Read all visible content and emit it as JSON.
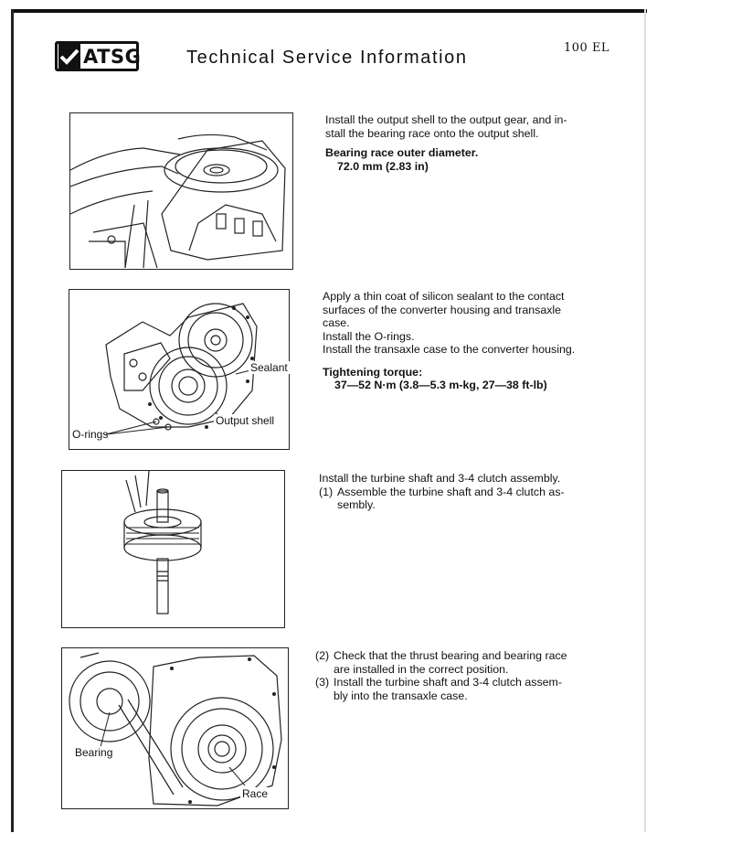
{
  "header": {
    "logo_text": "ATSG",
    "title": "Technical Service Information",
    "page_id": "100 EL"
  },
  "sections": [
    {
      "paragraphs": [
        "Install the output shell to the output gear, and in-",
        "stall the bearing race onto the output shell."
      ],
      "spec_heading": "Bearing race outer diameter.",
      "spec_value": "72.0 mm (2.83 in)"
    },
    {
      "paragraphs": [
        "Apply a thin coat of silicon sealant to the contact",
        "surfaces of the converter housing and transaxle",
        "case.",
        "Install the O-rings.",
        "Install the transaxle case to the converter housing."
      ],
      "spec_heading": "Tightening torque:",
      "spec_value": "37—52 N·m (3.8—5.3 m-kg, 27—38 ft-lb)",
      "figure_labels": {
        "sealant": "Sealant",
        "output_shell": "Output shell",
        "o_rings": "O-rings"
      }
    },
    {
      "paragraphs": [
        "Install the turbine shaft and 3-4 clutch assembly."
      ],
      "steps": [
        {
          "num": "(1)",
          "lines": [
            "Assemble the turbine shaft and 3-4 clutch as-",
            "sembly."
          ]
        }
      ]
    },
    {
      "steps": [
        {
          "num": "(2)",
          "lines": [
            "Check that the thrust bearing and bearing race",
            "are installed in the correct position."
          ]
        },
        {
          "num": "(3)",
          "lines": [
            "Install the turbine shaft and 3-4 clutch assem-",
            "bly into the transaxle case."
          ]
        }
      ],
      "figure_labels": {
        "bearing": "Bearing",
        "race": "Race"
      }
    }
  ]
}
